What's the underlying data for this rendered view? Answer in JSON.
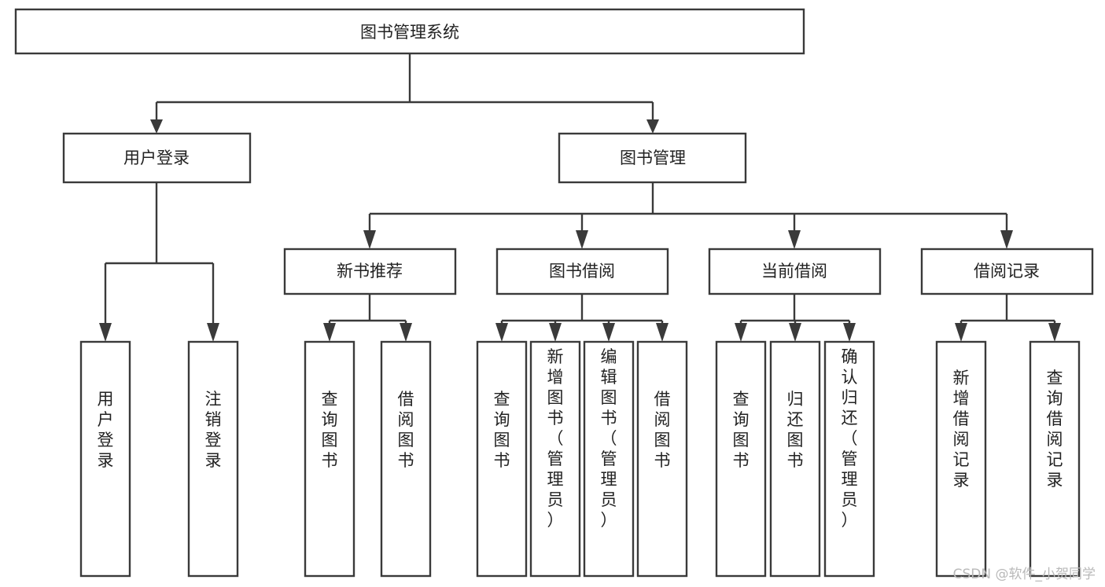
{
  "diagram": {
    "title": "图书管理系统",
    "type": "tree-hierarchy-diagram",
    "root": {
      "id": "root",
      "label": "图书管理系统",
      "orientation": "horizontal"
    },
    "level1": [
      {
        "id": "user-login",
        "label": "用户登录",
        "orientation": "horizontal"
      },
      {
        "id": "book-manage",
        "label": "图书管理",
        "orientation": "horizontal"
      }
    ],
    "level2": [
      {
        "id": "new-book-recommend",
        "label": "新书推荐",
        "parent": "book-manage",
        "orientation": "horizontal"
      },
      {
        "id": "book-borrow",
        "label": "图书借阅",
        "parent": "book-manage",
        "orientation": "horizontal"
      },
      {
        "id": "current-borrow",
        "label": "当前借阅",
        "parent": "book-manage",
        "orientation": "horizontal"
      },
      {
        "id": "borrow-record",
        "label": "借阅记录",
        "parent": "book-manage",
        "orientation": "horizontal"
      }
    ],
    "leaves": [
      {
        "id": "leaf-user-login",
        "label": "用户登录",
        "parent": "user-login",
        "orientation": "vertical"
      },
      {
        "id": "leaf-user-logout",
        "label": "注销登录",
        "parent": "user-login",
        "orientation": "vertical"
      },
      {
        "id": "leaf-query-book-1",
        "label": "查询图书",
        "parent": "new-book-recommend",
        "orientation": "vertical"
      },
      {
        "id": "leaf-borrow-book-1",
        "label": "借阅图书",
        "parent": "new-book-recommend",
        "orientation": "vertical"
      },
      {
        "id": "leaf-query-book-2",
        "label": "查询图书",
        "parent": "book-borrow",
        "orientation": "vertical"
      },
      {
        "id": "leaf-add-book",
        "label": "新增图书（管理员）",
        "parent": "book-borrow",
        "orientation": "vertical"
      },
      {
        "id": "leaf-edit-book",
        "label": "编辑图书（管理员）",
        "parent": "book-borrow",
        "orientation": "vertical"
      },
      {
        "id": "leaf-borrow-book-2",
        "label": "借阅图书",
        "parent": "book-borrow",
        "orientation": "vertical"
      },
      {
        "id": "leaf-query-book-3",
        "label": "查询图书",
        "parent": "current-borrow",
        "orientation": "vertical"
      },
      {
        "id": "leaf-return-book",
        "label": "归还图书",
        "parent": "current-borrow",
        "orientation": "vertical"
      },
      {
        "id": "leaf-confirm-return",
        "label": "确认归还（管理员）",
        "parent": "current-borrow",
        "orientation": "vertical"
      },
      {
        "id": "leaf-add-record",
        "label": "新增借阅记录",
        "parent": "borrow-record",
        "orientation": "vertical"
      },
      {
        "id": "leaf-query-record",
        "label": "查询借阅记录",
        "parent": "borrow-record",
        "orientation": "vertical"
      }
    ],
    "colors": {
      "stroke": "#3a3a3a",
      "box_fill": "#ffffff",
      "text": "#222222",
      "background": "#ffffff",
      "watermark": "#b9b9b9"
    }
  },
  "watermark": {
    "text": "CSDN @软件_小贺同学"
  }
}
